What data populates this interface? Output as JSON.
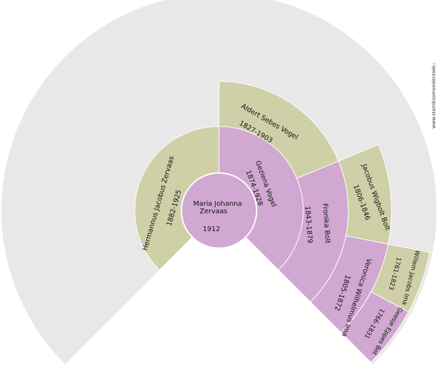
{
  "colors": {
    "background_ring": "#e8e8e8",
    "female": "#d1a8d1",
    "male": "#cfcfa8",
    "border": "#ffffff"
  },
  "center": {
    "name_line1": "Maria Johanna",
    "name_line2": "Zervaas",
    "year": "1912"
  },
  "people": [
    {
      "id": "father",
      "name": "Hermannus Jacobus Zervaas",
      "years": "1882-1925",
      "gender": "male"
    },
    {
      "id": "mother",
      "name": "Geziena Vogel",
      "years": "1874-1928",
      "gender": "female"
    },
    {
      "id": "mother-father",
      "name": "Aldert Sebes Vogel",
      "years": "1827-1903",
      "gender": "male"
    },
    {
      "id": "mother-mother",
      "name": "Fronika Bolt",
      "years": "1843-1879",
      "gender": "female"
    },
    {
      "id": "mm-father",
      "name": "Jacobus Wigbolt Bolt",
      "years": "1806-1846",
      "gender": "male"
    },
    {
      "id": "mm-mother",
      "name": "Veronica Wilhelmus Ima",
      "years": "1805-1872",
      "gender": "female"
    },
    {
      "id": "mmm-father",
      "name": "Willem Jacobs Ima",
      "years": "1761-1823",
      "gender": "male"
    },
    {
      "id": "mmm-mother",
      "name": "Geesje Eppes Bot",
      "years": "1766-1831",
      "gender": "female"
    }
  ],
  "watermark": "www.stamboomonderzoek.net"
}
